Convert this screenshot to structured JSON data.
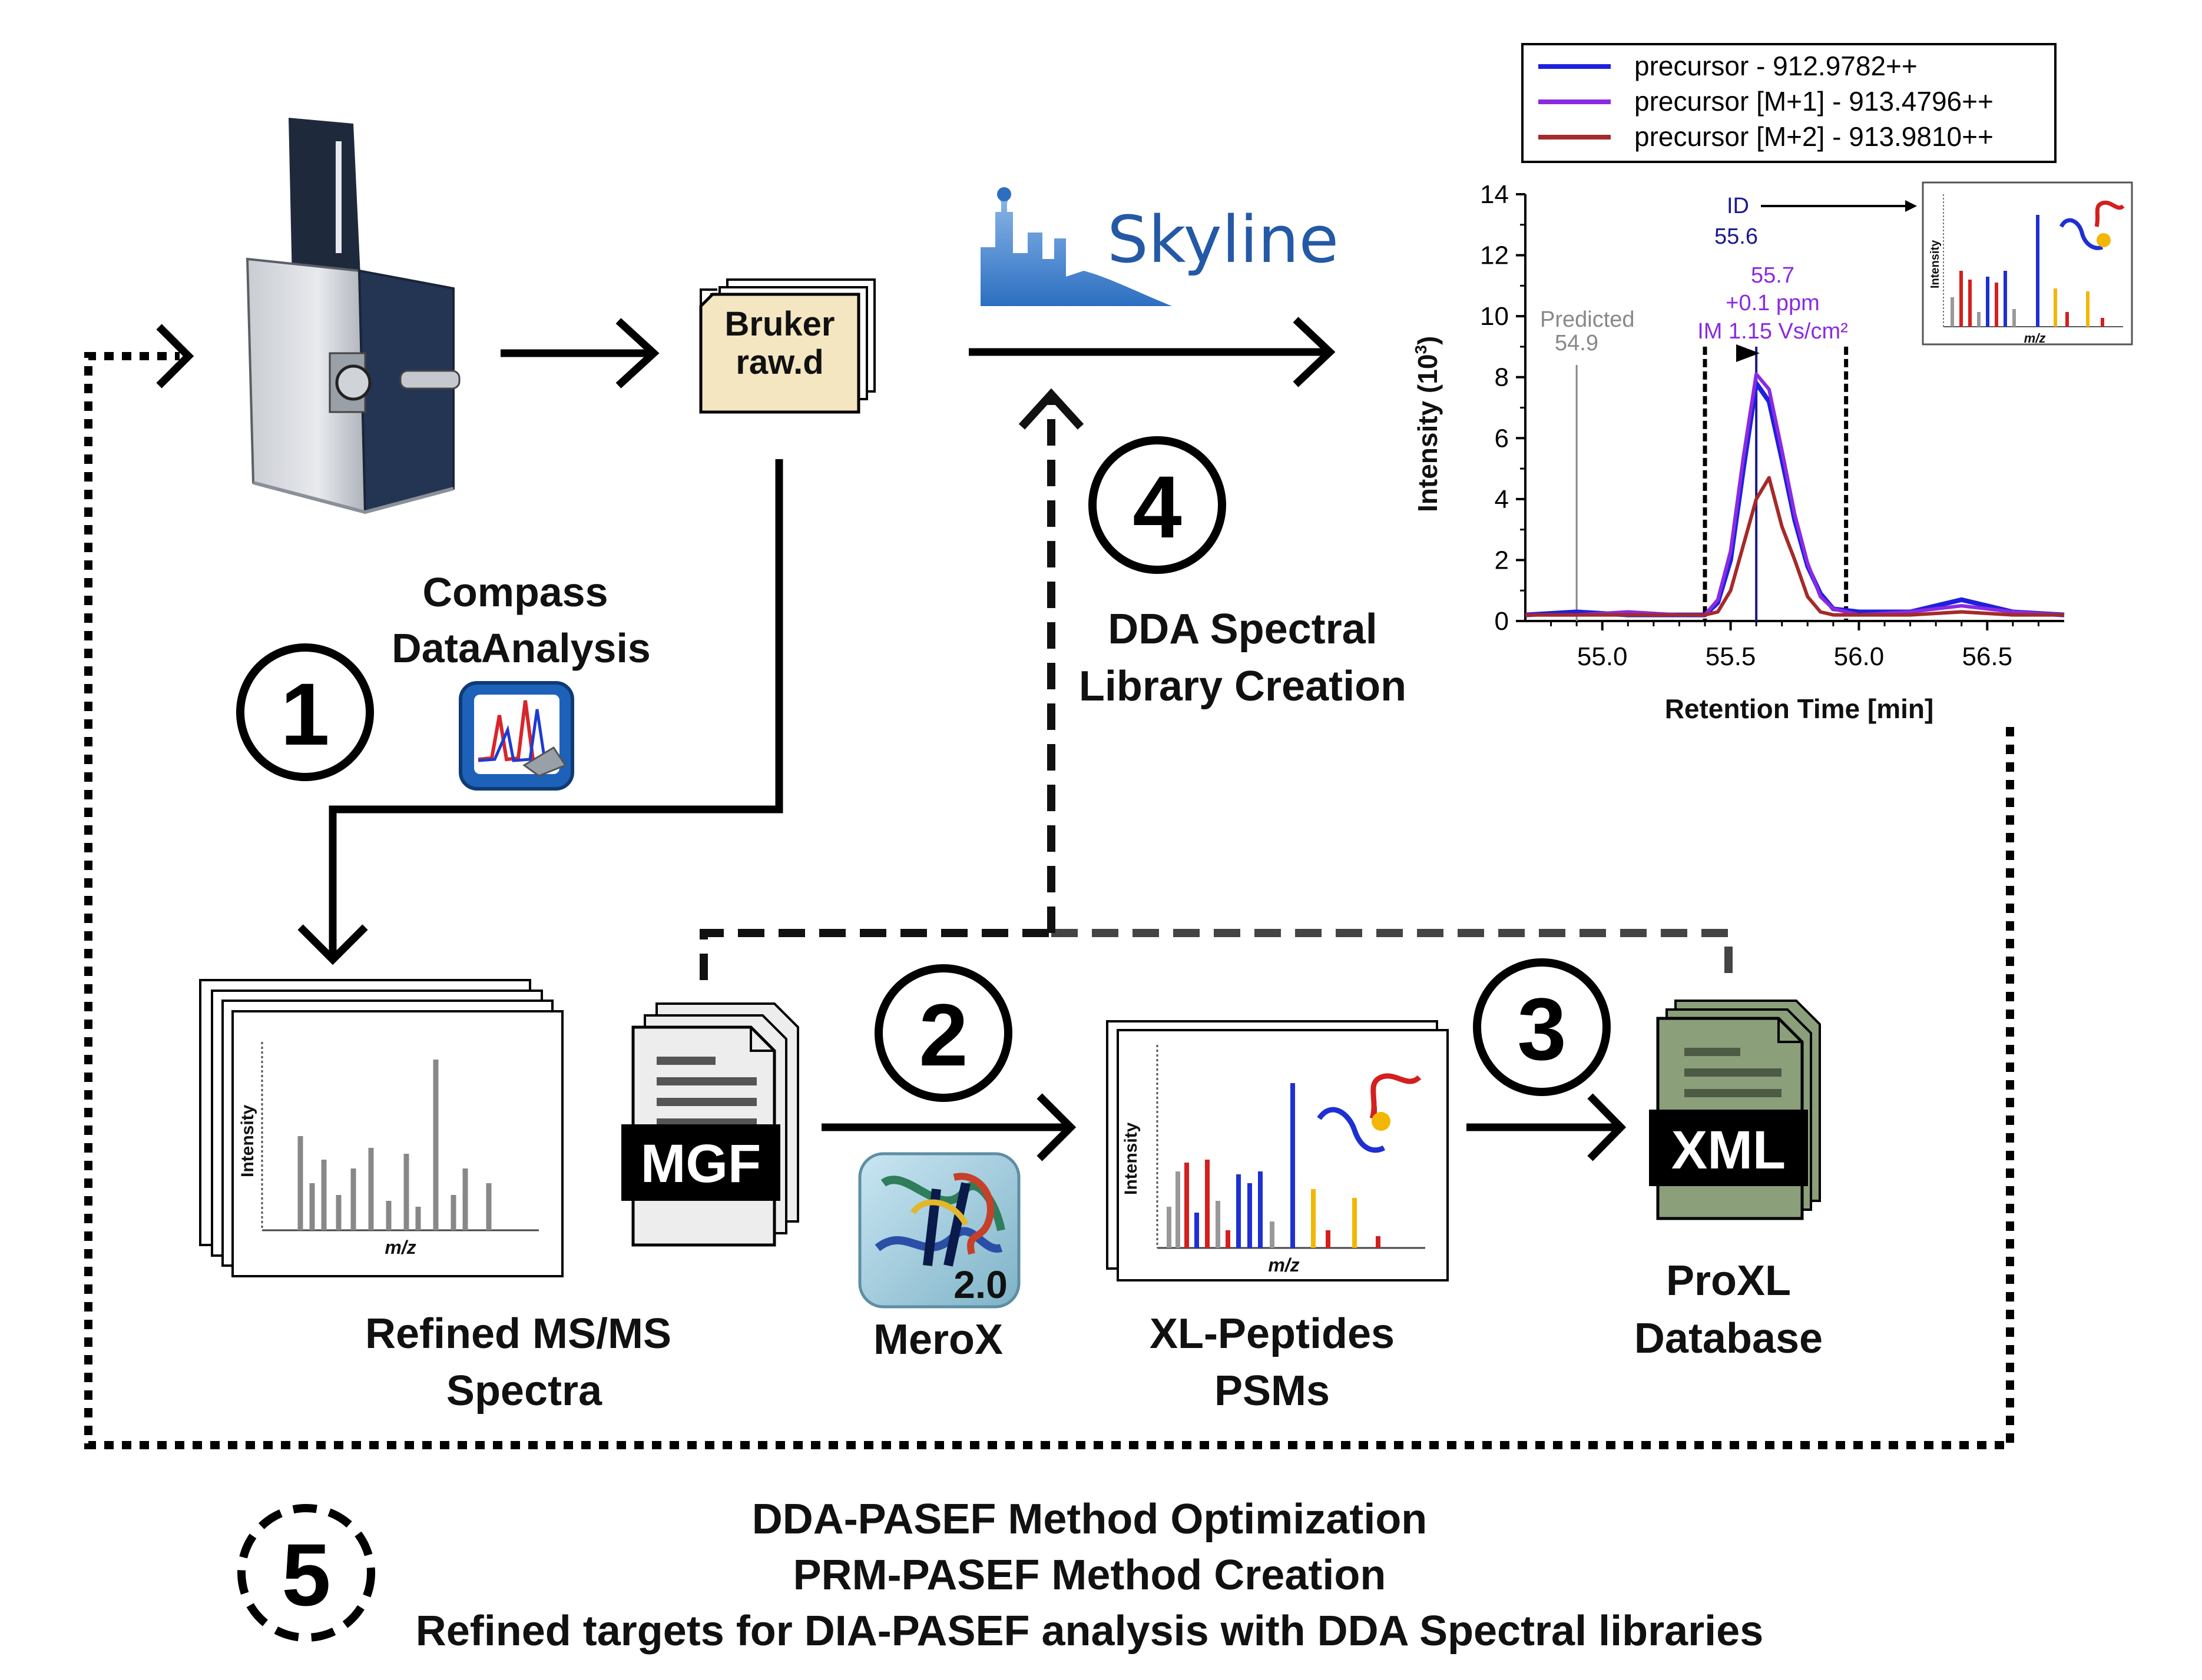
{
  "instrument": {
    "label_line1": "Compass",
    "label_line2": "DataAnalysis"
  },
  "raw_file": {
    "line1": "Bruker",
    "line2": "raw.d"
  },
  "skyline": {
    "logo_text": "Skyline"
  },
  "steps": {
    "one": "1",
    "two": "2",
    "three": "3",
    "four": "4",
    "five": "5",
    "four_label_line1": "DDA Spectral",
    "four_label_line2": "Library Creation"
  },
  "spectra": {
    "ylabel": "Intensity",
    "xlabel": "m/z",
    "label_line1": "Refined MS/MS",
    "label_line2": "Spectra"
  },
  "mgf": {
    "tag": "MGF"
  },
  "merox": {
    "version": "2.0",
    "label": "MeroX"
  },
  "xl_peptides": {
    "ylabel": "Intensity",
    "xlabel": "m/z",
    "label_line1": "XL-Peptides",
    "label_line2": "PSMs"
  },
  "proxl": {
    "tag": "XML",
    "label_line1": "ProXL",
    "label_line2": "Database"
  },
  "bottom_text": {
    "line1": "DDA-PASEF Method Optimization",
    "line2": "PRM-PASEF Method Creation",
    "line3": "Refined targets for DIA-PASEF analysis with DDA Spectral libraries"
  },
  "colors": {
    "blue": "#1f1fe0",
    "purple": "#8a2be2",
    "darkred": "#a52a2a",
    "mgf_bg": "#ededed",
    "xml_bg": "#8a9f7a",
    "raw_bg": "#f3e6c1"
  },
  "chart_data": {
    "type": "line",
    "xlabel": "Retention Time [min]",
    "ylabel": "Intensity (10",
    "ylabel_sup": "3",
    "ylabel_close": ")",
    "xlim": [
      54.7,
      56.8
    ],
    "ylim": [
      0,
      14
    ],
    "xticks": [
      "55.0",
      "55.5",
      "56.0",
      "56.5"
    ],
    "yticks": [
      "0",
      "2",
      "4",
      "6",
      "8",
      "10",
      "12",
      "14"
    ],
    "inset_ylabel": "Intensity",
    "inset_xlabel": "m/z",
    "annotations": {
      "predicted_label": "Predicted",
      "predicted_value": "54.9",
      "id_label": "ID",
      "id_value": "55.6",
      "peak_rt": "55.7",
      "peak_ppm": "+0.1 ppm",
      "peak_im": "IM 1.15 Vs/cm²"
    },
    "series": [
      {
        "name": "precursor - 912.9782++",
        "color": "#1f1fe0",
        "x": [
          54.7,
          54.9,
          55.1,
          55.3,
          55.4,
          55.45,
          55.5,
          55.55,
          55.6,
          55.65,
          55.7,
          55.75,
          55.8,
          55.85,
          55.9,
          56.0,
          56.2,
          56.4,
          56.6,
          56.8
        ],
        "y": [
          0.2,
          0.3,
          0.2,
          0.2,
          0.2,
          0.6,
          2.0,
          5.0,
          7.8,
          7.2,
          5.3,
          3.3,
          1.8,
          0.9,
          0.4,
          0.3,
          0.3,
          0.7,
          0.3,
          0.2
        ]
      },
      {
        "name": "precursor [M+1] - 913.4796++",
        "color": "#8a2be2",
        "x": [
          54.7,
          54.9,
          55.1,
          55.3,
          55.4,
          55.45,
          55.5,
          55.55,
          55.6,
          55.65,
          55.7,
          55.75,
          55.8,
          55.85,
          55.9,
          56.0,
          56.2,
          56.4,
          56.6,
          56.8
        ],
        "y": [
          0.2,
          0.2,
          0.3,
          0.2,
          0.2,
          0.7,
          2.3,
          5.4,
          8.1,
          7.6,
          5.6,
          3.5,
          1.9,
          0.8,
          0.4,
          0.2,
          0.3,
          0.5,
          0.3,
          0.2
        ]
      },
      {
        "name": "precursor [M+2] - 913.9810++",
        "color": "#a52a2a",
        "x": [
          54.7,
          54.9,
          55.1,
          55.3,
          55.4,
          55.45,
          55.5,
          55.55,
          55.6,
          55.65,
          55.7,
          55.75,
          55.8,
          55.85,
          55.9,
          56.0,
          56.2,
          56.4,
          56.6,
          56.8
        ],
        "y": [
          0.2,
          0.2,
          0.2,
          0.2,
          0.2,
          0.3,
          1.0,
          2.5,
          4.0,
          4.7,
          3.1,
          2.0,
          0.8,
          0.3,
          0.2,
          0.2,
          0.2,
          0.3,
          0.2,
          0.2
        ]
      }
    ],
    "markers": {
      "predicted": 54.9,
      "identified": 55.6,
      "boundary_left": 55.4,
      "boundary_right": 55.95
    }
  }
}
